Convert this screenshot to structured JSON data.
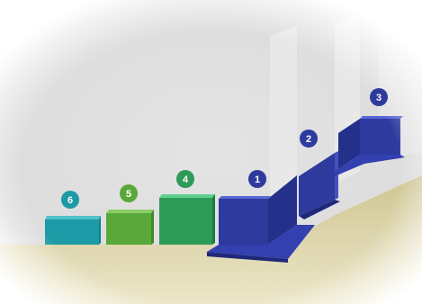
{
  "scene": {
    "items": [
      {
        "number": "1",
        "color": "#2f3a9e"
      },
      {
        "number": "2",
        "color": "#2f3a9e"
      },
      {
        "number": "3",
        "color": "#2f3a9e"
      },
      {
        "number": "4",
        "color": "#2e9a58"
      },
      {
        "number": "5",
        "color": "#5aa83a"
      },
      {
        "number": "6",
        "color": "#1c9aa6"
      }
    ],
    "floor_color": "#d8cf9e",
    "wall_color": "#d9d9da"
  }
}
